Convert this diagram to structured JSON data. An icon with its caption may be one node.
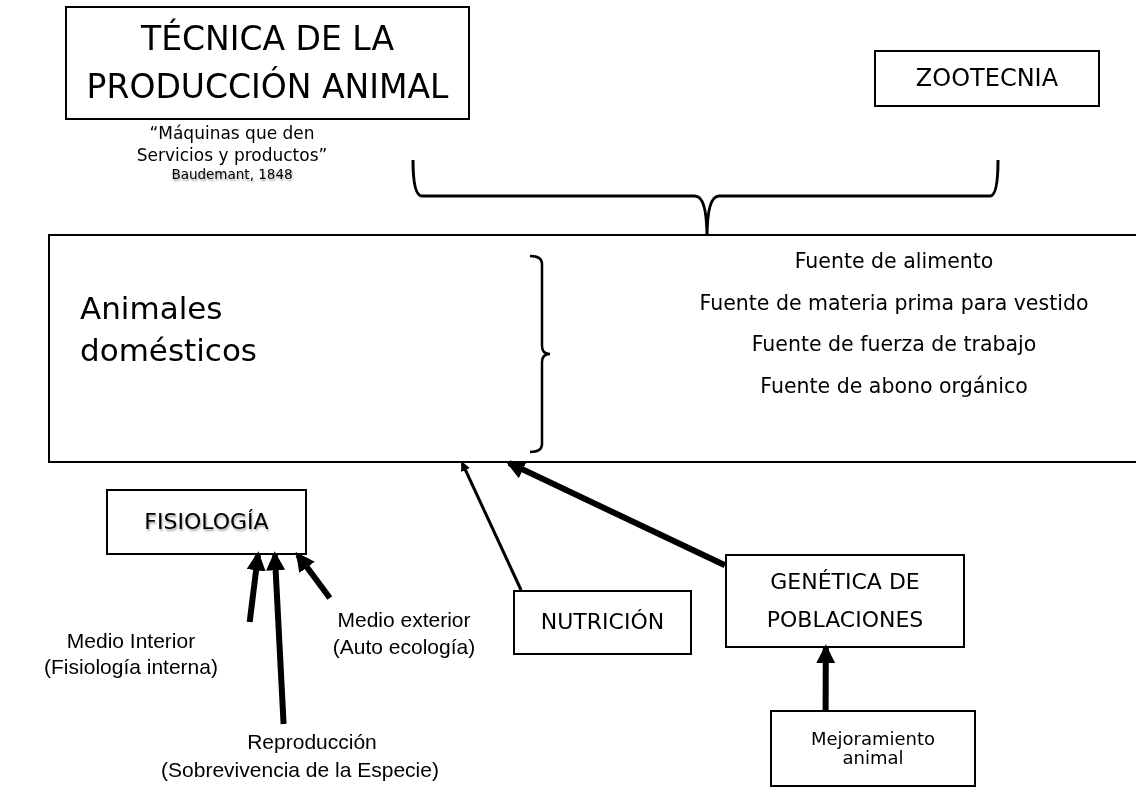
{
  "diagram": {
    "nodes": [
      {
        "text": [
          "TÉCNICA DE LA PRODUCCIÓN ANIMAL"
        ],
        "beside": [
          "“Máquinas que den Servicios y productos”",
          "Baudemant, 1848"
        ]
      },
      {
        "text": [
          "ZOOTECNIA"
        ]
      },
      {
        "text": [
          "Animales domésticos",
          "Fuente de alimento",
          "Fuente de materia prima para vestido",
          "Fuente de fuerza de trabajo",
          "Fuente de abono orgánico"
        ]
      },
      {
        "text": [
          "FISIOLOGÍA"
        ]
      },
      {
        "text": [
          "Medio Interior (Fisiología interna)"
        ]
      },
      {
        "text": [
          "Reproducción (Sobrevivencia de la Especie)"
        ]
      },
      {
        "text": [
          "Medio exterior (Auto ecología)"
        ]
      },
      {
        "text": [
          "NUTRICIÓN"
        ]
      },
      {
        "text": [
          "GENÉTICA DE POBLACIONES"
        ]
      },
      {
        "text": [
          "Mejoramiento animal"
        ]
      }
    ],
    "edges": [
      {
        "from": 4,
        "to": 3,
        "arrow": "to"
      },
      {
        "from": 6,
        "to": 3,
        "arrow": "to"
      },
      {
        "from": 5,
        "to": 3,
        "arrow": "to"
      },
      {
        "from": 7,
        "to": 2,
        "arrow": "to"
      },
      {
        "from": 8,
        "to": 2,
        "arrow": "to"
      },
      {
        "from": 9,
        "to": 8,
        "arrow": "to"
      }
    ]
  }
}
